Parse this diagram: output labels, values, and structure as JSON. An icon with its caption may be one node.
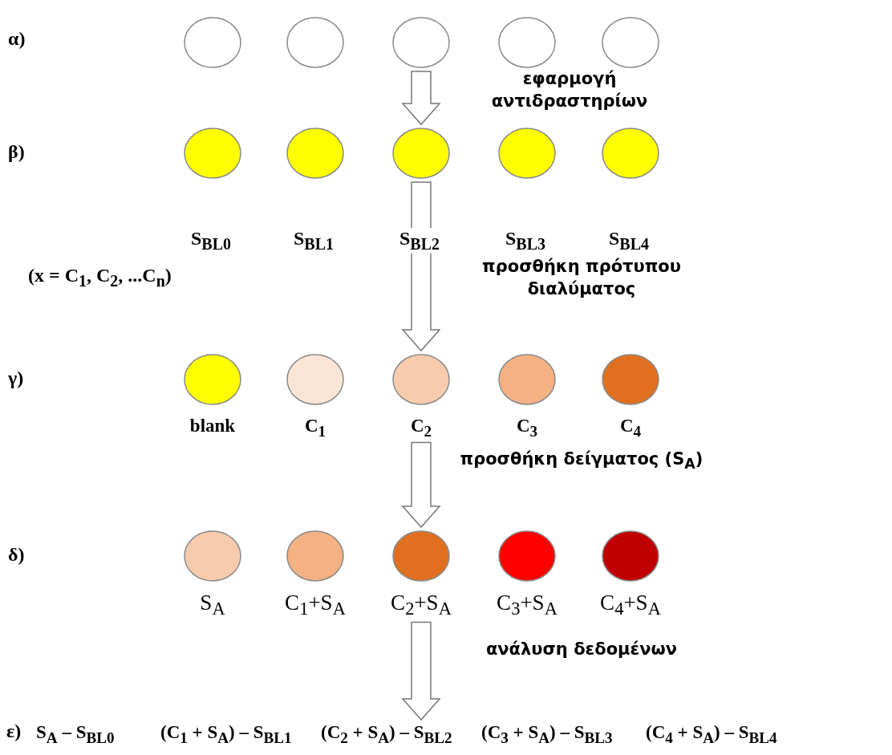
{
  "diagram": {
    "nodes": [
      {
        "text": [],
        "shape": "circle"
      },
      {
        "text": [],
        "shape": "circle"
      },
      {
        "text": [],
        "shape": "circle"
      },
      {
        "text": [],
        "shape": "circle"
      },
      {
        "text": [],
        "shape": "circle"
      },
      {
        "text": [],
        "shape": "circle"
      },
      {
        "text": [],
        "shape": "circle"
      },
      {
        "text": [],
        "shape": "circle"
      },
      {
        "text": [],
        "shape": "circle"
      },
      {
        "text": [],
        "shape": "circle"
      },
      {
        "text": [],
        "shape": "circle",
        "beside": [
          "blank"
        ]
      },
      {
        "text": [],
        "shape": "circle",
        "beside": [
          "C$_{1}$"
        ]
      },
      {
        "text": [],
        "shape": "circle",
        "beside": [
          "C$_{2}$"
        ]
      },
      {
        "text": [],
        "shape": "circle",
        "beside": [
          "C$_{3}$"
        ]
      },
      {
        "text": [],
        "shape": "circle",
        "beside": [
          "C$_{4}$"
        ]
      },
      {
        "text": [],
        "shape": "circle",
        "beside": [
          "S$_{A}$"
        ]
      },
      {
        "text": [],
        "shape": "circle",
        "beside": [
          "C$_{1}$+S$_{A}$"
        ]
      },
      {
        "text": [],
        "shape": "circle",
        "beside": [
          "C$_{2}$+S$_{A}$"
        ]
      },
      {
        "text": [],
        "shape": "circle",
        "beside": [
          "C$_{3}$+S$_{A}$"
        ]
      },
      {
        "text": [],
        "shape": "circle",
        "beside": [
          "C$_{4}$+S$_{A}$"
        ]
      },
      {
        "text": [
          "S$_{A}$ – S$_{BL0}$"
        ]
      },
      {
        "text": [
          "(C$_{1}$ + S$_{A}$) – S$_{BL1}$"
        ]
      },
      {
        "text": [
          "(C$_{2}$ + S$_{A}$) – S$_{BL2}$"
        ]
      },
      {
        "text": [
          "(C$_{3}$ + S$_{A}$) – S$_{BL3}$"
        ]
      },
      {
        "text": [
          "(C$_{4}$ + S$_{A}$) – S$_{BL4}$"
        ]
      }
    ],
    "edges": [
      {
        "from": 2,
        "to": 7,
        "arrow": "to",
        "label": "εφαρμογή αντιδραστηρίων"
      },
      {
        "from": 7,
        "to": 12,
        "arrow": "to",
        "label": "προσθήκη πρότυπου διαλύματος"
      },
      {
        "from": 12,
        "to": 17,
        "arrow": "to",
        "label": "προσθήκη δείγματος (S$_{A}$)"
      },
      {
        "from": 17,
        "to": 22,
        "arrow": "to",
        "label": "ανάλυση δεδομένων"
      }
    ],
    "labels": [
      "α)",
      "β)",
      "S$_{BL0}$",
      "S$_{BL1}$",
      "S$_{BL2}$",
      "S$_{BL3}$",
      "S$_{BL4}$",
      "(x = C$_{1}$, C$_{2}$, ...C$_{n}$)",
      "γ)",
      "δ)",
      "ε)"
    ]
  }
}
